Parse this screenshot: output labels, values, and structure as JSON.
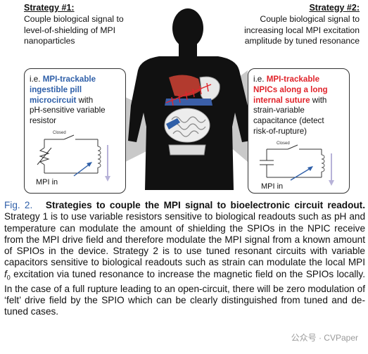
{
  "strategy1": {
    "title": "Strategy #1:",
    "description_lines": [
      "Couple biological signal to",
      "level-of-shielding of MPI",
      "nanoparticles"
    ],
    "box_prefix": "i.e. ",
    "box_highlight_lines": [
      "MPI-trackable",
      "ingestible pill",
      "microcircuit"
    ],
    "box_after_highlight": " with",
    "box_rest_lines": [
      "pH-sensitive variable",
      "resistor"
    ],
    "circuit_switch_label": "Closed",
    "circuit_probe_label": "MPI in"
  },
  "strategy2": {
    "title": "Strategy #2:",
    "description_lines": [
      "Couple biological signal to",
      "increasing local MPI excitation",
      "amplitude by tuned resonance"
    ],
    "box_prefix": "i.e. ",
    "box_highlight_lines": [
      "MPI-trackable",
      "NPICs along a long",
      "internal suture"
    ],
    "box_after_highlight": " with",
    "box_rest_lines": [
      "strain-variable",
      "capacitance (detect",
      "risk-of-rupture)"
    ],
    "circuit_switch_label": "Closed",
    "circuit_probe_label": "MPI in"
  },
  "caption": {
    "fig_label": "Fig. 2.",
    "bold_title": "Strategies to couple the MPI signal to bioelectronic circuit readout.",
    "body_before_f0": " Strategy 1 is to use variable resistors sensitive to biological readouts such as pH and temperature can modulate the amount of shielding the SPIOs in the NPIC receive from the MPI drive field and therefore modulate the MPI signal from a known amount of SPIOs in the device. Strategy 2 is to use tuned resonant circuits with variable capacitors sensitive to biological readouts such as strain can modulate the local MPI ",
    "f0_base": "f",
    "f0_sub": "0",
    "body_after_f0": " excitation via tuned resonance to increase the magnetic field on the SPIOs locally. In the case of a full rupture leading to an open-circuit, there will be zero modulation of ‘felt’ drive field by the SPIO which can be clearly distinguished from tuned and de-tuned cases."
  },
  "watermark": "公众号 · CVPaper",
  "colors": {
    "blue_highlight": "#2f5fa8",
    "red_highlight": "#e0242b",
    "silhouette": "#111111",
    "callout_gray": "#c8c8c8"
  }
}
